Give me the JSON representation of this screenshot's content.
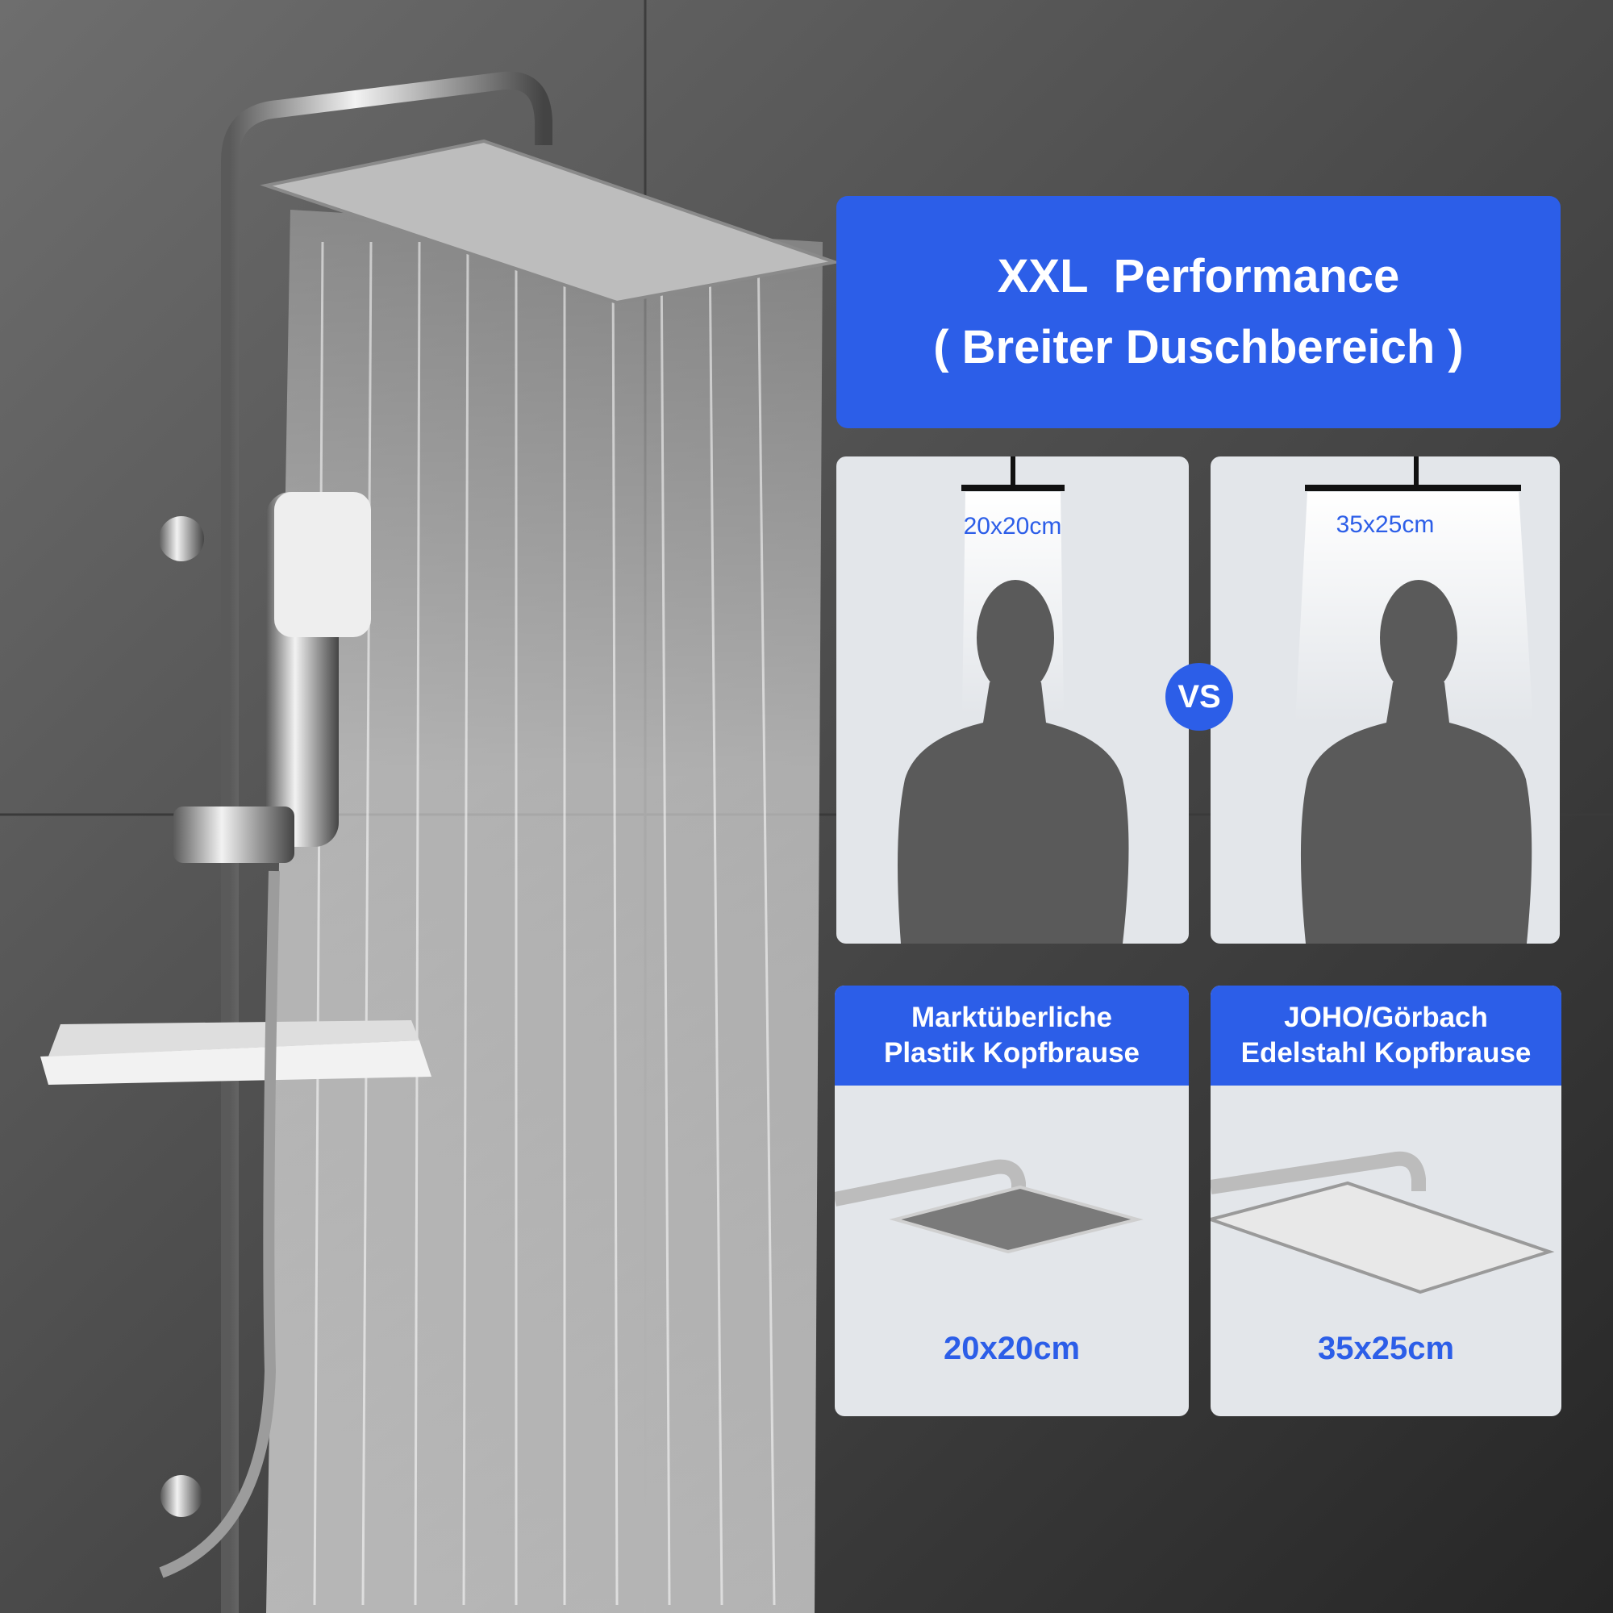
{
  "colors": {
    "accent": "#2c5ee8",
    "panel": "#e3e6ea",
    "silhouette": "#5a5a5a"
  },
  "header": {
    "line1": "XXL  Performance",
    "line2": "( Breiter Duschbereich )"
  },
  "comparison": {
    "left_size": "20x20cm",
    "right_size": "35x25cm",
    "vs_label": "VS"
  },
  "products": [
    {
      "caption_line1": "Marktüberliche",
      "caption_line2": "Plastik Kopfbrause",
      "size": "20x20cm"
    },
    {
      "caption_line1": "JOHO/Görbach",
      "caption_line2": "Edelstahl Kopfbrause",
      "size": "35x25cm"
    }
  ]
}
